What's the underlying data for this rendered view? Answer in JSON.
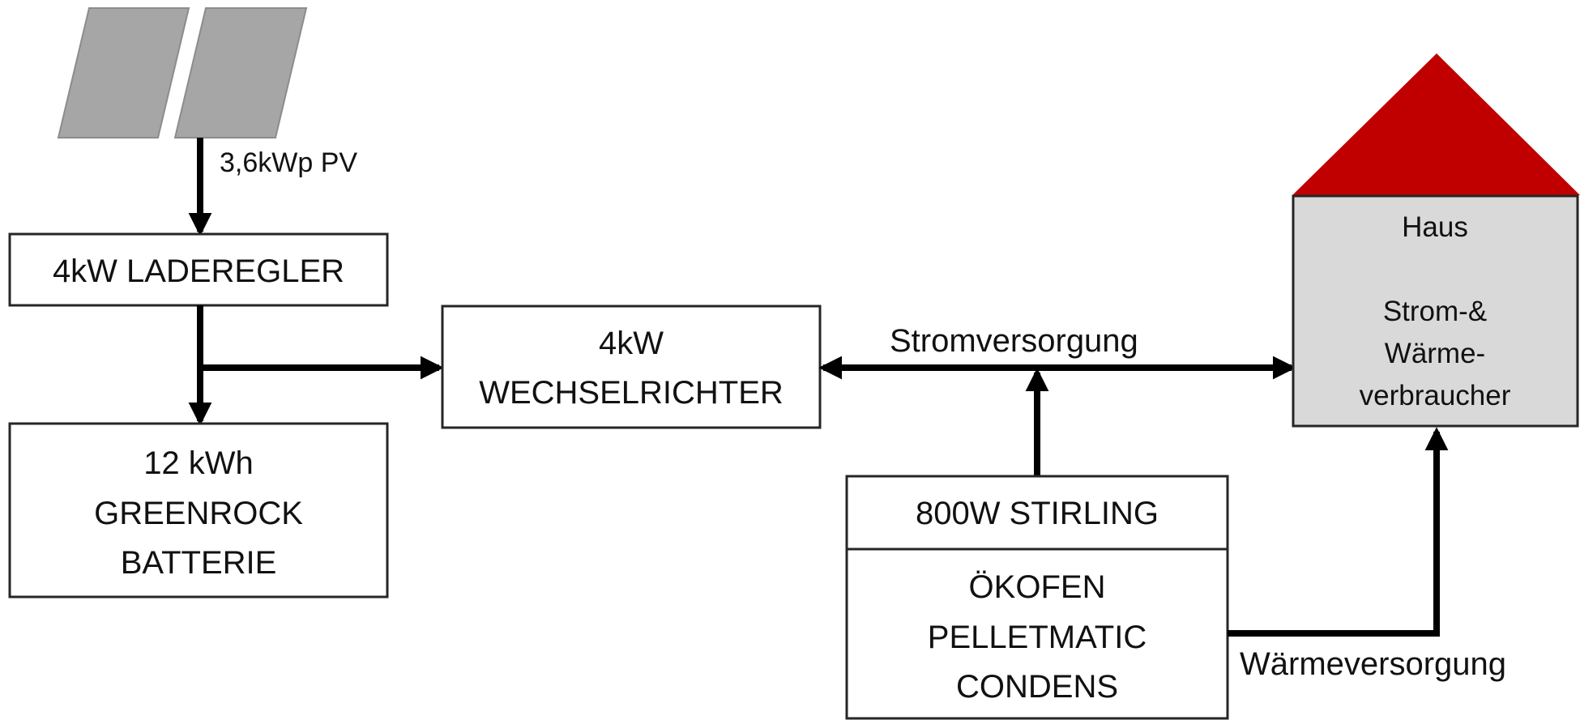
{
  "pv": {
    "label": "3,6kWp PV",
    "panel_color": "#a6a6a6",
    "panel_border": "#8c8c8c"
  },
  "laderegler": {
    "label": "4kW LADEREGLER"
  },
  "batterie": {
    "lines": [
      "12 kWh",
      "GREENROCK",
      "BATTERIE"
    ]
  },
  "wechselrichter": {
    "lines": [
      "4kW",
      "WECHSELRICHTER"
    ]
  },
  "stirling": {
    "label": "800W STIRLING"
  },
  "oekofen": {
    "lines": [
      "ÖKOFEN",
      "PELLETMATIC",
      "CONDENS"
    ]
  },
  "haus": {
    "title": "Haus",
    "lines": [
      "Strom-&",
      "Wärme-",
      "verbraucher"
    ],
    "roof_color": "#c00000",
    "wall_color": "#d9d9d9"
  },
  "flows": {
    "strom": "Stromversorgung",
    "waerme": "Wärmeversorgung"
  },
  "colors": {
    "line": "#000000",
    "box_border": "#262626"
  }
}
